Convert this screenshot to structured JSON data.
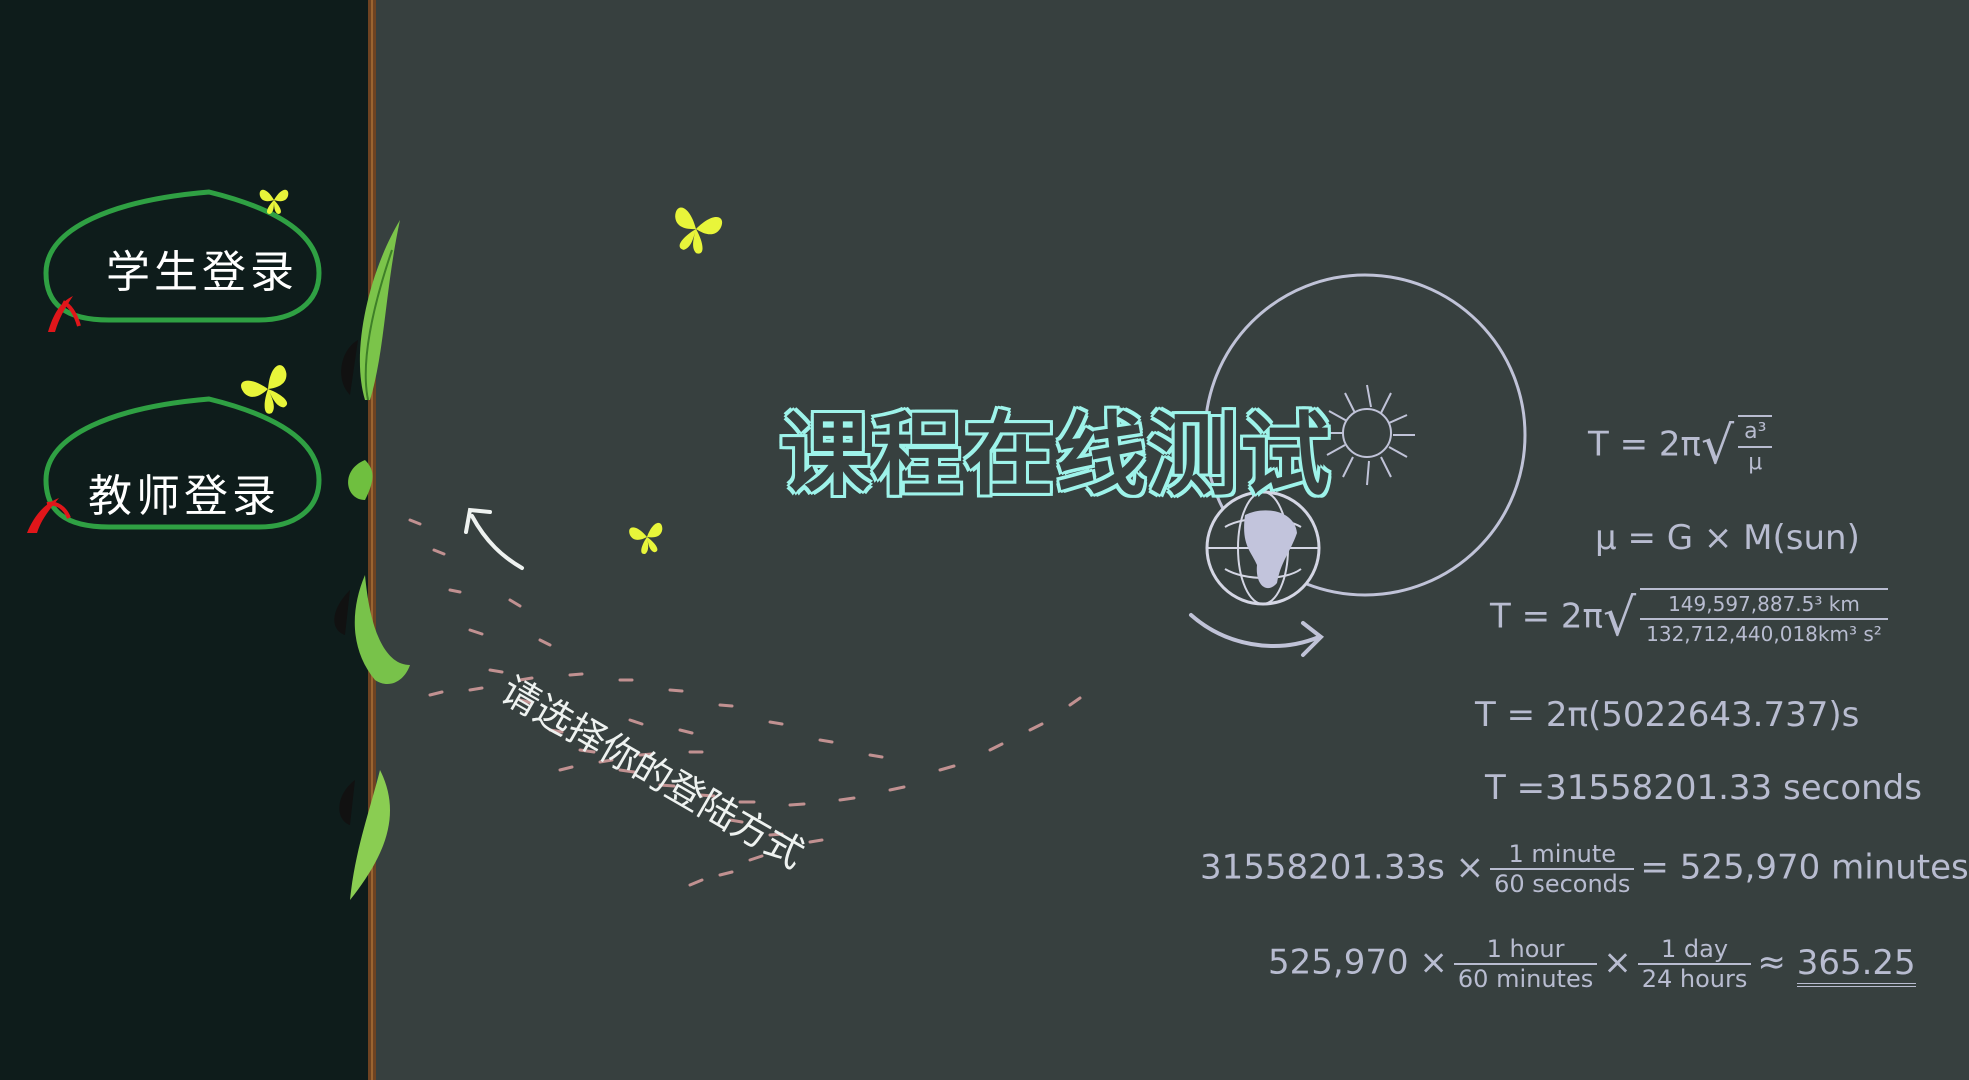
{
  "sidebar": {
    "student_login": "学生登录",
    "teacher_login": "教师登录"
  },
  "main": {
    "title": "课程在线测试",
    "hint": "请选择你的登陆方式"
  },
  "formulas": {
    "f1_left": "T = 2π",
    "f1_num": "a³",
    "f1_den": "μ",
    "f2": "μ = G × M(sun)",
    "f3_left": "T = 2π",
    "f3_num": "149,597,887.5³ km",
    "f3_den": "132,712,440,018km³ s²",
    "f4": "T = 2π(5022643.737)s",
    "f5": "T =31558201.33 seconds",
    "f6_left": "31558201.33s ×",
    "f6_num": "1 minute",
    "f6_den": "60 seconds",
    "f6_right": "= 525,970 minutes",
    "f7_left": "525,970 ×",
    "f7_num1": "1 hour",
    "f7_den1": "60 minutes",
    "f7_mid": "×",
    "f7_num2": "1 day",
    "f7_den2": "24 hours",
    "f7_approx": "≈",
    "f7_result": "365.25"
  },
  "colors": {
    "sidebar_bg": "#0e1c1b",
    "board_bg": "#37403f",
    "button_outline": "#2fa043",
    "title_glow": "#9ef3ea",
    "butterfly": "#e8f53a",
    "formula": "#b8bcd0",
    "stem": "#7a4a22"
  },
  "icons": [
    "butterfly-icon",
    "leaf-icon",
    "orbit-icon",
    "earth-icon",
    "sun-icon",
    "arrow-icon"
  ]
}
